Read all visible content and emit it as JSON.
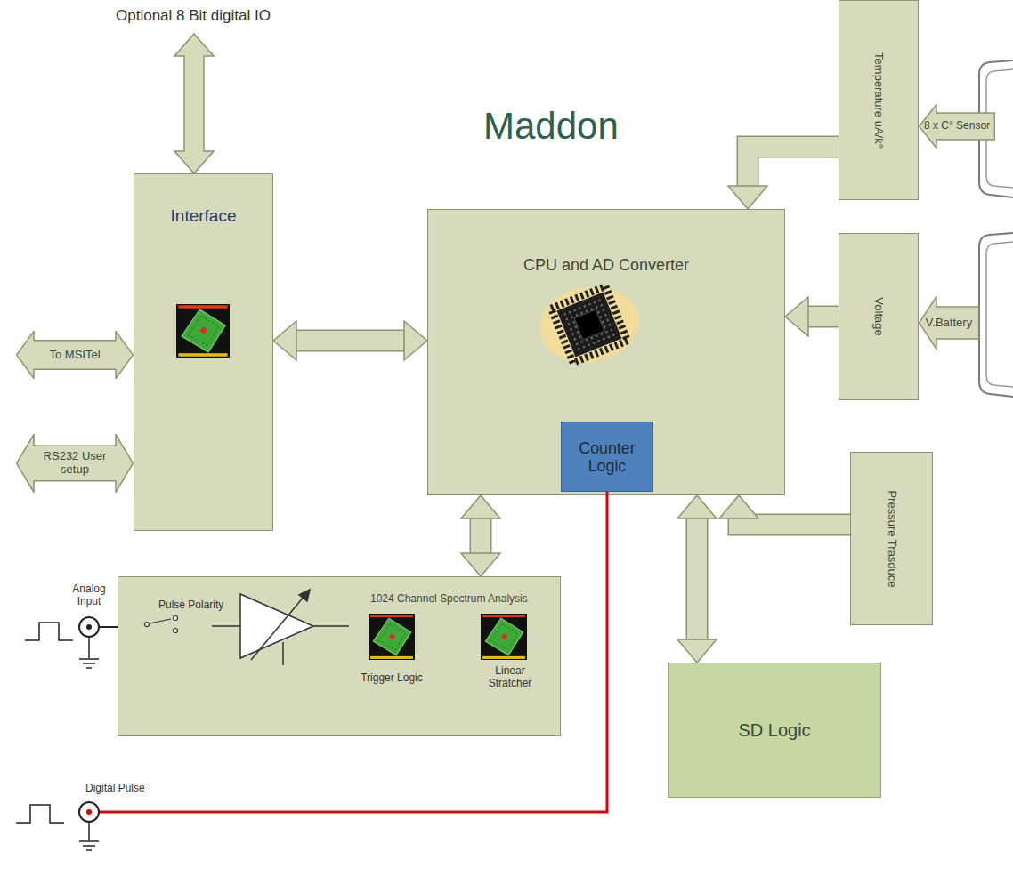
{
  "diagram": {
    "title": "Maddon",
    "nodes": [
      {
        "text": [
          "Interface"
        ]
      },
      {
        "text": [
          "To MSITel"
        ]
      },
      {
        "text": [
          "RS232 User setup"
        ]
      },
      {
        "text": [
          "CPU and AD Converter"
        ]
      },
      {
        "text": [
          "Counter Logic"
        ],
        "in": 3
      },
      {
        "text": [
          "Temperature uA/k°"
        ]
      },
      {
        "text": [
          "8 x C° Sensor"
        ]
      },
      {
        "text": [
          "Voltage"
        ]
      },
      {
        "text": [
          "V.Battery"
        ]
      },
      {
        "text": [
          "Pressure Trasduce"
        ]
      },
      {
        "text": [
          "1024 Channel Spectrum Analysis"
        ]
      },
      {
        "text": [
          "SD Logic"
        ]
      }
    ],
    "edges": [
      {
        "from": 0,
        "to": 3,
        "arrow": "both"
      },
      {
        "from": 3,
        "to": 10,
        "arrow": "both"
      },
      {
        "from": 3,
        "to": 11,
        "arrow": "both"
      },
      {
        "from": 5,
        "to": 3,
        "arrow": "to"
      },
      {
        "from": 7,
        "to": 3,
        "arrow": "to"
      },
      {
        "from": 9,
        "to": 3,
        "arrow": "to"
      }
    ],
    "labels": [
      "Optional 8 Bit digital IO",
      "Analog Input",
      "Pulse Polarity",
      "Trigger Logic",
      "Linear Stratcher",
      "Digital Pulse"
    ]
  }
}
